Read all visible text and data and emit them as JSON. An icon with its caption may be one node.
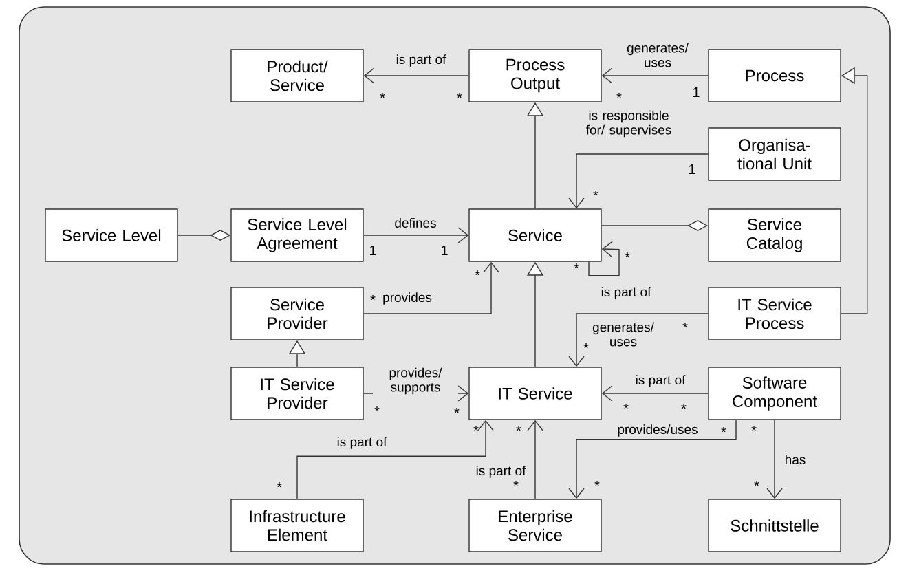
{
  "diagram": {
    "nodes": [
      {
        "text": [
          "Product/ Service"
        ]
      },
      {
        "text": [
          "Process Output"
        ]
      },
      {
        "text": [
          "Process"
        ]
      },
      {
        "text": [
          "Organisa- tional Unit"
        ]
      },
      {
        "text": [
          "Service Level"
        ]
      },
      {
        "text": [
          "Service Level Agreement"
        ]
      },
      {
        "text": [
          "Service"
        ]
      },
      {
        "text": [
          "Service Catalog"
        ]
      },
      {
        "text": [
          "Service Provider"
        ]
      },
      {
        "text": [
          "IT Service Process"
        ]
      },
      {
        "text": [
          "IT Service Provider"
        ]
      },
      {
        "text": [
          "IT Service"
        ]
      },
      {
        "text": [
          "Software Component"
        ]
      },
      {
        "text": [
          "Infrastructure Element"
        ]
      },
      {
        "text": [
          "Enterprise Service"
        ]
      },
      {
        "text": [
          "Schnittstelle"
        ]
      }
    ],
    "edges": [
      {
        "from": 1,
        "to": 0,
        "arrow": "to",
        "label": "is part of"
      },
      {
        "from": 2,
        "to": 1,
        "arrow": "to",
        "label": "generates/ uses"
      },
      {
        "from": 6,
        "to": 1,
        "arrow": "to"
      },
      {
        "from": 3,
        "to": 6,
        "arrow": "to",
        "label": "is responsible for/ supervises"
      },
      {
        "from": 4,
        "to": 5,
        "arrow": "other"
      },
      {
        "from": 5,
        "to": 6,
        "arrow": "to",
        "label": "defines"
      },
      {
        "from": 6,
        "to": 7,
        "arrow": "other"
      },
      {
        "from": 6,
        "to": 6,
        "arrow": "to",
        "label": "is part of"
      },
      {
        "from": 8,
        "to": 6,
        "arrow": "to",
        "label": "provides"
      },
      {
        "from": 9,
        "to": 2,
        "arrow": "to"
      },
      {
        "from": 9,
        "to": 11,
        "arrow": "to",
        "label": "generates/ uses"
      },
      {
        "from": 10,
        "to": 8,
        "arrow": "to"
      },
      {
        "from": 10,
        "to": 11,
        "arrow": "to",
        "label": "provides/ supports"
      },
      {
        "from": 11,
        "to": 6,
        "arrow": "to"
      },
      {
        "from": 12,
        "to": 11,
        "arrow": "to",
        "label": "is part of"
      },
      {
        "from": 13,
        "to": 11,
        "arrow": "to",
        "label": "is part of"
      },
      {
        "from": 14,
        "to": 11,
        "arrow": "to",
        "label": "is part of"
      },
      {
        "from": 12,
        "to": 14,
        "arrow": "to",
        "label": "provides/uses"
      },
      {
        "from": 12,
        "to": 15,
        "arrow": "to",
        "label": "has"
      }
    ],
    "labels": [
      "*",
      "*",
      "*",
      "1",
      "1",
      "*",
      "1",
      "1",
      "*",
      "*",
      "*",
      "*",
      "*",
      "*",
      "*",
      "*",
      "*",
      "*",
      "*",
      "*",
      "*",
      "*",
      "*",
      "*",
      "*",
      "*"
    ]
  }
}
